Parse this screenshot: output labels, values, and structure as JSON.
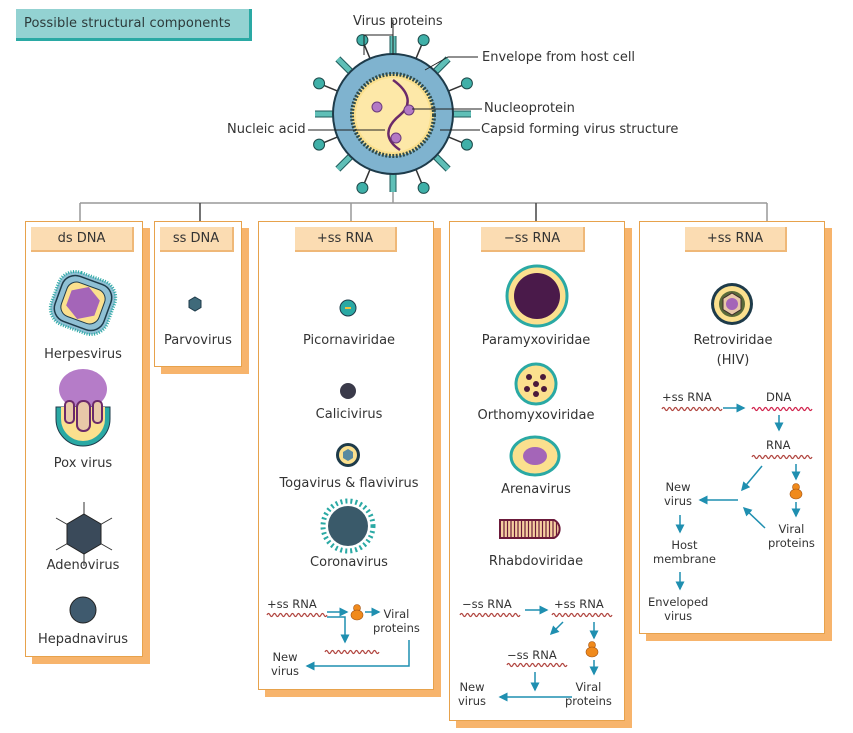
{
  "title": "Possible structural components",
  "virion_labels": {
    "virus_proteins": "Virus proteins",
    "envelope": "Envelope from host cell",
    "nucleoprotein": "Nucleoprotein",
    "nucleic_acid": "Nucleic acid",
    "capsid": "Capsid forming virus structure"
  },
  "colors": {
    "panel_border": "#e7a24c",
    "panel_shadow": "#f7b46c",
    "header_fill": "#fbdcb2",
    "title_fill": "#93d2d2",
    "arrow": "#1f8fb0",
    "rna_wave": "#b0433d",
    "dna_wave": "#d0204a",
    "ribosome": "#f08a1c"
  },
  "panels": [
    {
      "header": "ds DNA",
      "viruses": [
        "Herpesvirus",
        "Pox virus",
        "Adenovirus",
        "Hepadnavirus"
      ]
    },
    {
      "header": "ss DNA",
      "viruses": [
        "Parvovirus"
      ]
    },
    {
      "header": "+ss RNA",
      "viruses": [
        "Picornaviridae",
        "Calicivirus",
        "Togavirus & flavivirus",
        "Coronavirus"
      ],
      "flow": {
        "start": "+ss RNA",
        "proteins_line1": "Viral",
        "proteins_line2": "proteins",
        "new_line1": "New",
        "new_line2": "virus"
      }
    },
    {
      "header": "−ss RNA",
      "viruses": [
        "Paramyxoviridae",
        "Orthomyxoviridae",
        "Arenavirus",
        "Rhabdoviridae"
      ],
      "flow": {
        "start": "−ss RNA",
        "plus": "+ss RNA",
        "minus2": "−ss RNA",
        "new_line1": "New",
        "new_line2": "virus",
        "proteins_line1": "Viral",
        "proteins_line2": "proteins"
      }
    },
    {
      "header": "+ss RNA",
      "viruses": [
        "Retroviridae",
        "(HIV)"
      ],
      "flow": {
        "start": "+ss RNA",
        "dna": "DNA",
        "rna": "RNA",
        "new_line1": "New",
        "new_line2": "virus",
        "proteins_line1": "Viral",
        "proteins_line2": "proteins",
        "host_line1": "Host",
        "host_line2": "membrane",
        "env_line1": "Enveloped",
        "env_line2": "virus"
      }
    }
  ]
}
